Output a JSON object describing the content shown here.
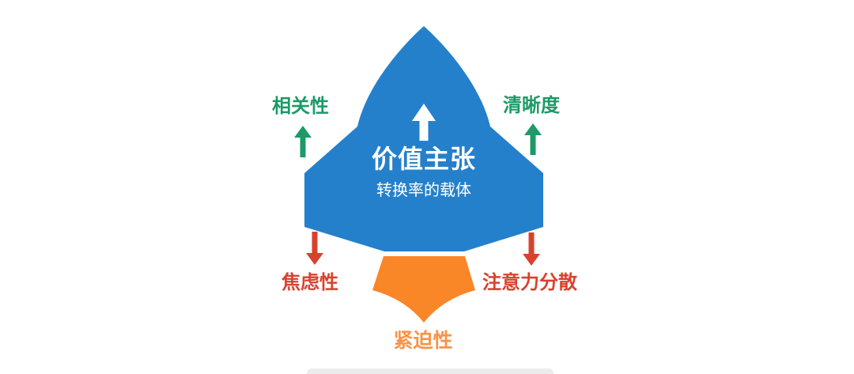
{
  "diagram": {
    "type": "rocket-metaphor-infographic",
    "center": {
      "title": "价值主张",
      "subtitle": "转换率的载体"
    },
    "positive_factors": [
      {
        "label": "相关性",
        "position": "top-left",
        "arrow": "up"
      },
      {
        "label": "清晰度",
        "position": "top-right",
        "arrow": "up"
      }
    ],
    "negative_factors": [
      {
        "label": "焦虑性",
        "position": "bottom-left",
        "arrow": "down"
      },
      {
        "label": "注意力分散",
        "position": "bottom-right",
        "arrow": "down"
      }
    ],
    "booster": {
      "label": "紧迫性",
      "position": "bottom-center"
    },
    "colors": {
      "rocket_blue": "#2580CB",
      "flame_orange": "#F98627",
      "positive_green": "#1C9A67",
      "negative_red": "#D8422D",
      "booster_text_orange": "#F99349",
      "center_arrow_white": "#FFFFFF"
    }
  }
}
